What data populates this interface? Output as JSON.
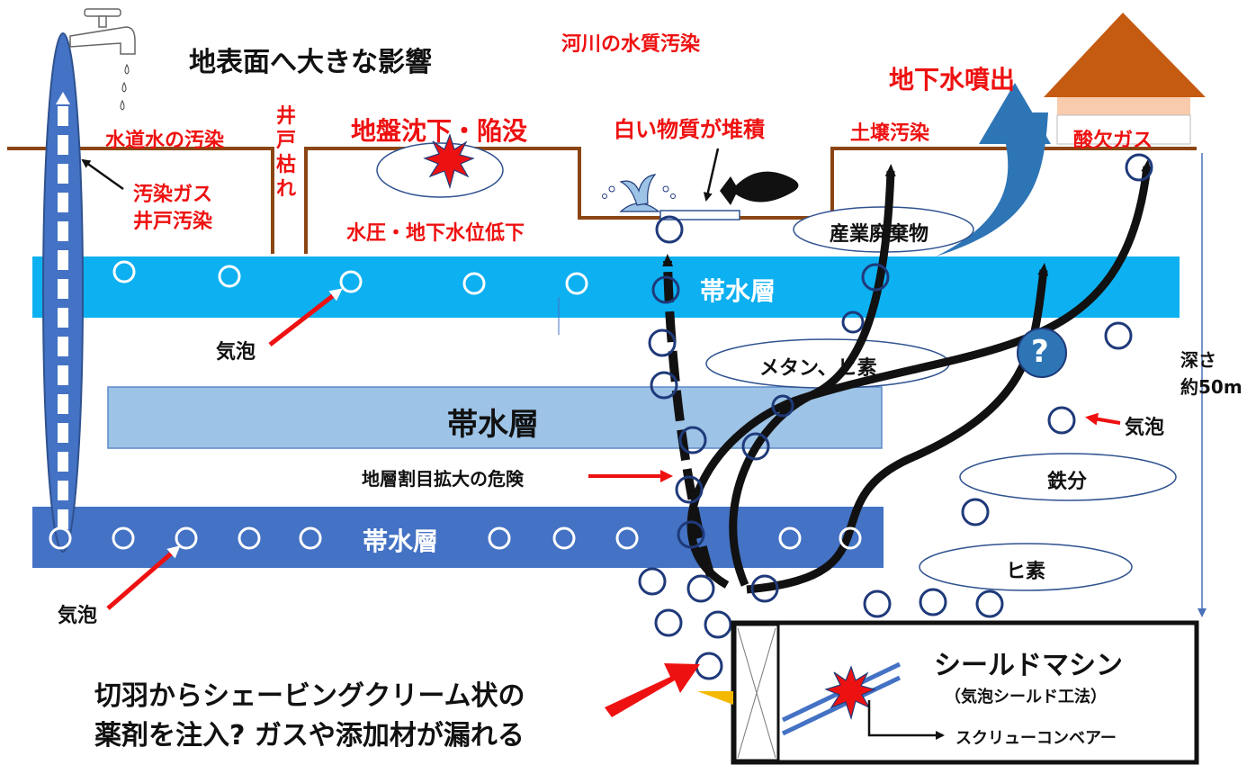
{
  "labels": {
    "ground_impact": "地表面へ大きな影響",
    "river_pollution": "河川の水質汚染",
    "groundwater_gush": "地下水噴出",
    "tap_water": "水道水の汚染",
    "well_dry": "井\n戸\n枯\nれ",
    "subsidence": "地盤沈下・陥没",
    "white_substance": "白い物質が堆積",
    "soil_pollution": "土壌汚染",
    "oxygen_lack_gas": "酸欠ガス",
    "polluted_gas_well": "汚染ガス\n井戸汚染",
    "water_pressure": "水圧・地下水位低下",
    "industrial_waste": "産業廃棄物",
    "aquifer_top": "帯水層",
    "bubble_left_upper": "気泡",
    "methane_arsenic": "メタン、ヒ素",
    "depth": "深さ\n約50m",
    "aquifer_middle": "帯水層",
    "bubble_right": "気泡",
    "fissure_danger": "地層割目拡大の危険",
    "iron": "鉄分",
    "aquifer_bottom": "帯水層",
    "arsenic": "ヒ素",
    "bubble_left_lower": "気泡",
    "shield_machine": "シールドマシン",
    "shield_method": "（気泡シールド工法）",
    "screw_conveyor": "スクリューコンベアー",
    "injection_note": "切羽からシェービングクリーム状の\n薬剤を注入? ガスや添加材が漏れる",
    "question": "?"
  },
  "colors": {
    "ground_line": "#8b4513",
    "aquifer_top": "#0db0f0",
    "aquifer_middle": "#9dc3e6",
    "aquifer_bottom": "#4472c4",
    "bubble": "#1f3a7a",
    "label_red": "#ee1111",
    "roof": "#c55a11",
    "wall": "#f8cbad",
    "gush_arrow": "#2e75b6"
  },
  "icons": [
    "faucet-icon",
    "house-icon",
    "fish-icon",
    "fountain-icon",
    "explosion-icon",
    "question-icon"
  ]
}
